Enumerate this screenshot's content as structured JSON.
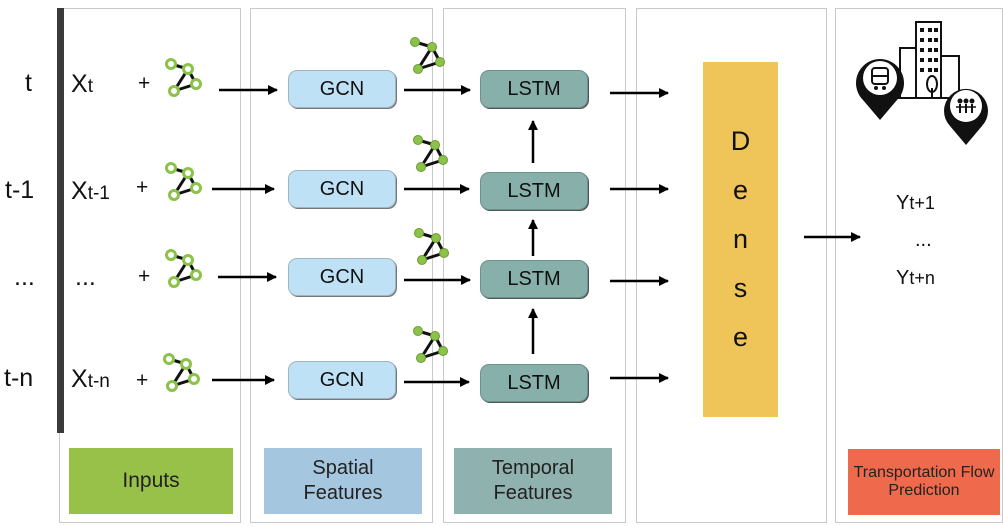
{
  "time_labels": [
    "t",
    "t-1",
    "...",
    "t-n"
  ],
  "inputs": [
    {
      "base": "X",
      "sub": "t"
    },
    {
      "base": "X",
      "sub": "t-1"
    },
    {
      "base": "...",
      "sub": ""
    },
    {
      "base": "X",
      "sub": "t-n"
    }
  ],
  "plus_symbol": "+",
  "gcn_label": "GCN",
  "lstm_label": "LSTM",
  "dense_letters": [
    "D",
    "e",
    "n",
    "s",
    "e"
  ],
  "outputs": [
    {
      "base": "Y",
      "sub": "t+1"
    },
    {
      "base": "...",
      "sub": ""
    },
    {
      "base": "Y",
      "sub": "t+n"
    }
  ],
  "legend": {
    "inputs": "Inputs",
    "spatial": "Spatial Features",
    "temporal": "Temporal Features",
    "prediction": "Transportation Flow Prediction"
  },
  "colors": {
    "inputs": "#98c14a",
    "spatial": "#a4c6df",
    "temporal": "#8fb2ae",
    "dense": "#efc55a",
    "prediction": "#ef6a4c",
    "graph_node": "#8bc34a"
  },
  "icons": [
    "graph-icon",
    "city-buildings-icon",
    "train-pin-icon",
    "people-pin-icon",
    "tree-icon"
  ]
}
